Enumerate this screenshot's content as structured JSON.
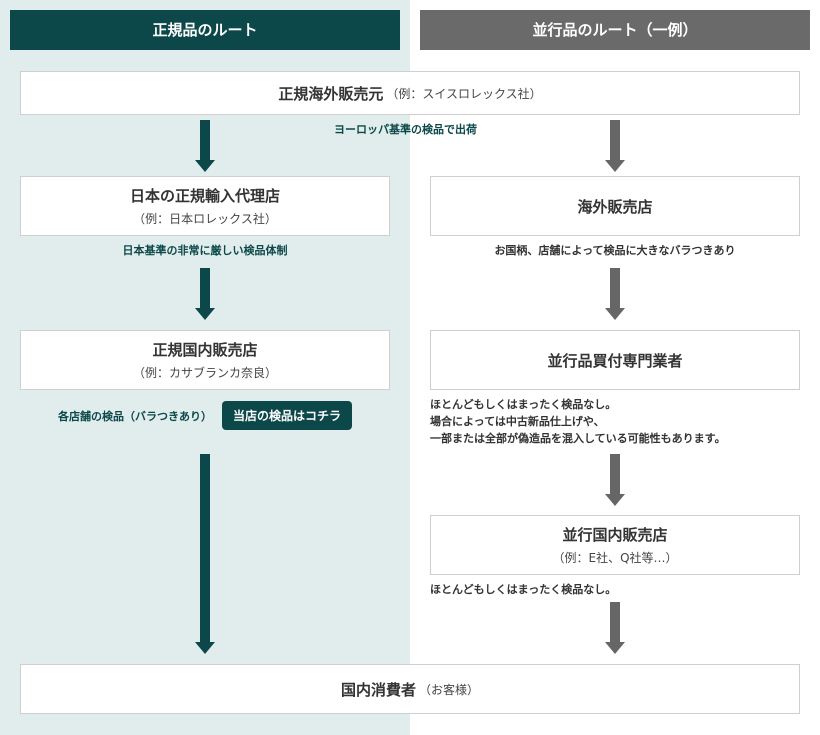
{
  "headers": {
    "left": "正規品のルート",
    "right": "並行品のルート（一例）"
  },
  "top_box": {
    "title": "正規海外販売元",
    "sub": "（例：スイスロレックス社）"
  },
  "notes": {
    "europe_inspection": "ヨーロッパ基準の検品で出荷",
    "japan_inspection": "日本基準の非常に厳しい検品体制",
    "overseas_variance": "お国柄、店舗によって検品に大きなバラつきあり",
    "store_inspection": "各店舗の検品（バラつきあり）",
    "dealer_lines": [
      "ほとんどもしくはまったく検品なし。",
      "場合によっては中古新品仕上げや、",
      "一部または全部が偽造品を混入している可能性もあります。"
    ],
    "parallel_domestic": "ほとんどもしくはまったく検品なし。"
  },
  "cta_button": "当店の検品はコチラ",
  "boxes": {
    "agent": {
      "title": "日本の正規輸入代理店",
      "sub": "（例：日本ロレックス社）"
    },
    "official_store": {
      "title": "正規国内販売店",
      "sub": "（例：カサブランカ奈良）"
    },
    "overseas_store": {
      "title": "海外販売店"
    },
    "parallel_dealer": {
      "title": "並行品買付専門業者"
    },
    "parallel_store": {
      "title": "並行国内販売店",
      "sub": "（例：E社、Q社等…）"
    },
    "consumer": {
      "title": "国内消費者",
      "sub": "（お客様）"
    }
  },
  "colors": {
    "official_route": "#0c4849",
    "parallel_route": "#6a6a6a",
    "official_background": "#e1ecec"
  }
}
